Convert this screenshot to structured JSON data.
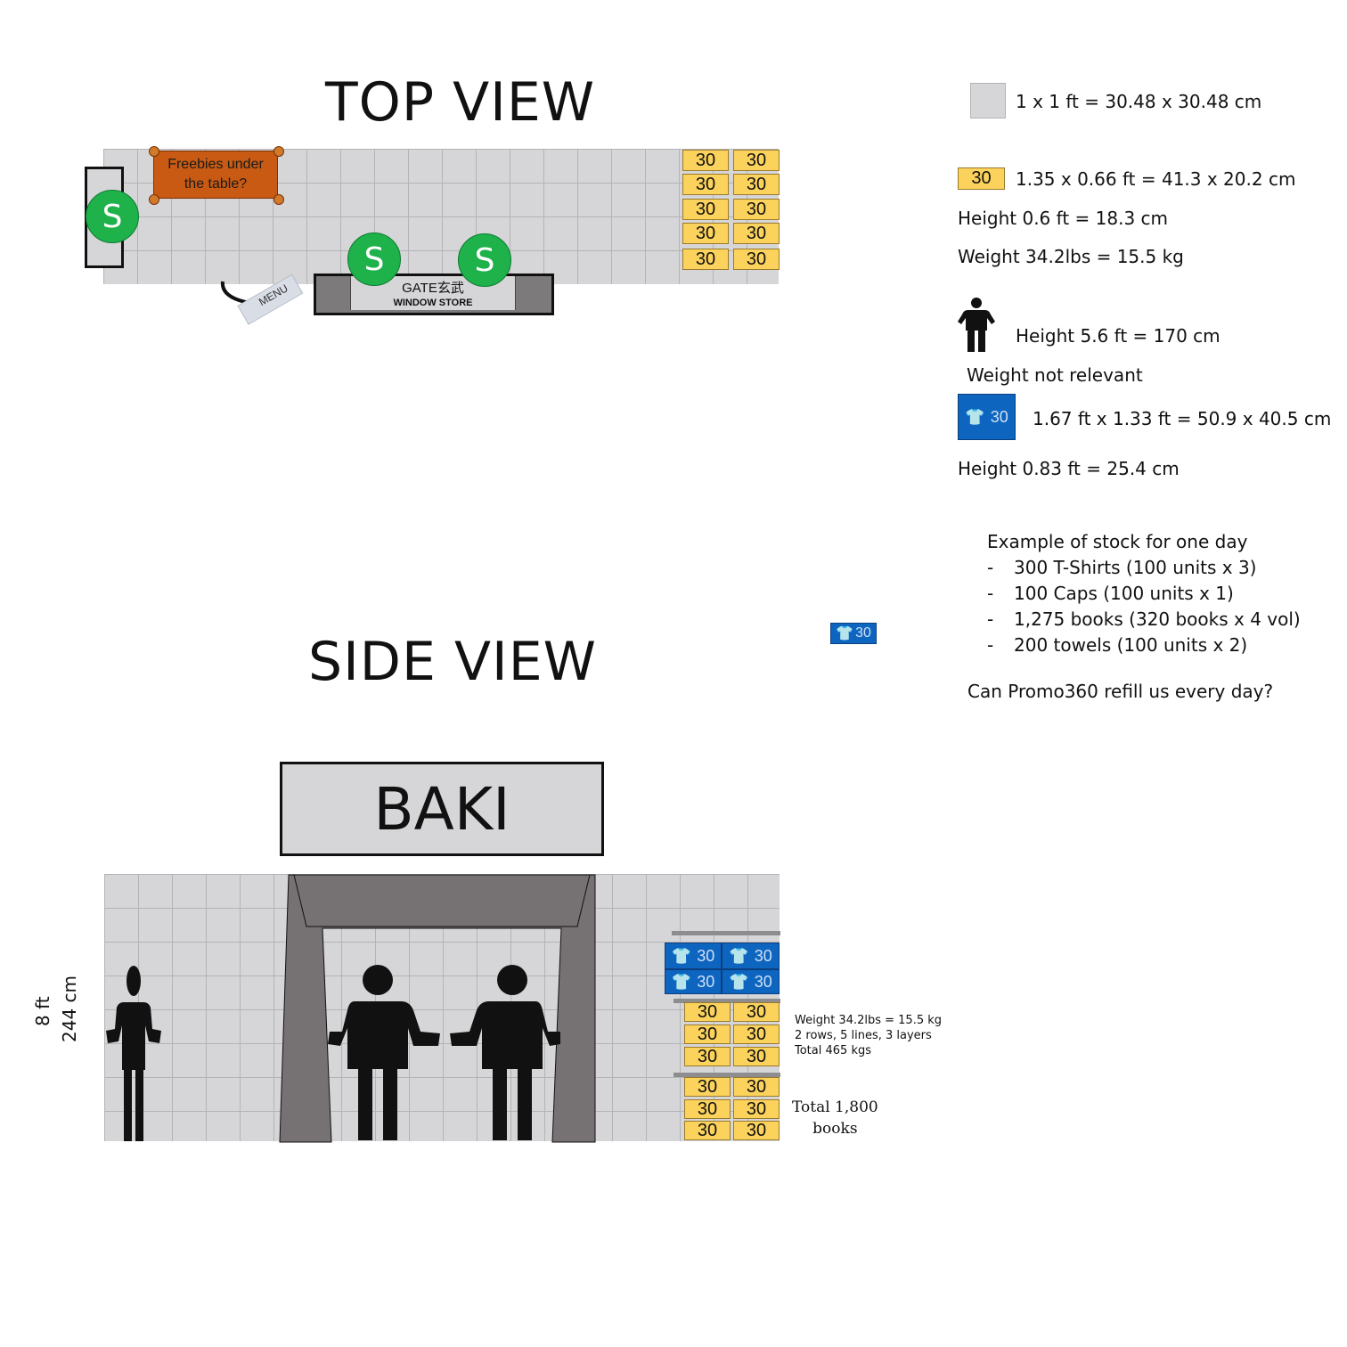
{
  "top_view": {
    "title": "TOP VIEW",
    "freebies_label": "Freebies under the table?",
    "menu_label": "MENU",
    "store_name": "GATE玄武",
    "store_sub": "WINDOW STORE",
    "seat_label": "S",
    "box_label": "30"
  },
  "side_view": {
    "title": "SIDE VIEW",
    "sign_text": "BAKI",
    "height_ft": "8 ft",
    "height_cm": "244 cm",
    "box_label": "30",
    "shirt_box_label": "30",
    "notes": [
      "Weight 34.2lbs = 15.5 kg",
      "2 rows, 5 lines, 3 layers",
      "Total 465 kgs"
    ],
    "total_line1": "Total 1,800",
    "total_line2": "books"
  },
  "legend": {
    "tile_text": "1 x 1 ft = 30.48 x 30.48 cm",
    "box_label": "30",
    "box_size": "1.35 x 0.66 ft = 41.3 x 20.2 cm",
    "box_height": "Height 0.6 ft = 18.3 cm",
    "box_weight": "Weight 34.2lbs = 15.5 kg",
    "person_height": "Height 5.6 ft = 170 cm",
    "person_weight": "Weight not relevant",
    "shirt_label": "30",
    "shirt_size": "1.67 ft x 1.33 ft = 50.9 x 40.5 cm",
    "shirt_height": "Height 0.83 ft = 25.4 cm",
    "floating_shirt_label": "30"
  },
  "stock": {
    "heading": "Example of stock for one day",
    "bullet": "-",
    "items": [
      "300 T-Shirts (100 units x 3)",
      "100 Caps (100 units x 1)",
      "1,275 books (320 books x 4 vol)",
      "200 towels (100 units x 2)"
    ],
    "question": "Can Promo360 refill us every day?"
  },
  "colors": {
    "floor": "#d6d5d7",
    "box": "#fbd25c",
    "shirt_box": "#0d65c0",
    "seat": "#1fb14a",
    "freebies_table": "#c85a13",
    "gate": "#767172"
  }
}
